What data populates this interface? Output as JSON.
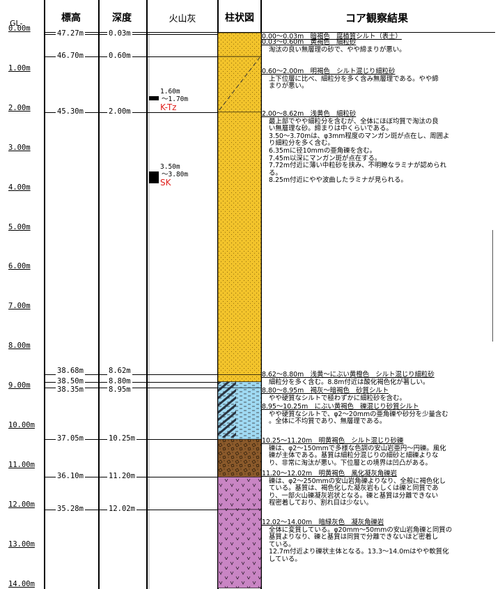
{
  "header": {
    "gl": "GL-",
    "elevation": "標高",
    "depth": "深度",
    "ash": "火山灰",
    "column": "柱状図",
    "observation": "コア観察結果"
  },
  "gl_scale": [
    "0.00m",
    "1.00m",
    "2.00m",
    "3.00m",
    "4.00m",
    "5.00m",
    "6.00m",
    "7.00m",
    "8.00m",
    "9.00m",
    "10.00m",
    "11.00m",
    "12.00m",
    "13.00m",
    "14.00m"
  ],
  "boundaries": [
    {
      "depth": 0.03,
      "elevation": "47.27m",
      "depth_label": "0.03m"
    },
    {
      "depth": 0.6,
      "elevation": "46.70m",
      "depth_label": "0.60m"
    },
    {
      "depth": 2.0,
      "elevation": "45.30m",
      "depth_label": "2.00m"
    },
    {
      "depth": 8.62,
      "elevation": "38.68m",
      "depth_label": "8.62m"
    },
    {
      "depth": 8.8,
      "elevation": "38.50m",
      "depth_label": "8.80m"
    },
    {
      "depth": 8.95,
      "elevation": "38.35m",
      "depth_label": "8.95m"
    },
    {
      "depth": 10.25,
      "elevation": "37.05m",
      "depth_label": "10.25m"
    },
    {
      "depth": 11.2,
      "elevation": "36.10m",
      "depth_label": "11.20m"
    },
    {
      "depth": 12.02,
      "elevation": "35.28m",
      "depth_label": "12.02m"
    }
  ],
  "tephra": [
    {
      "top": 1.6,
      "bottom": 1.7,
      "top_label": "1.60m",
      "bottom_label": "～1.70m",
      "name": "K-Tz"
    },
    {
      "top": 3.5,
      "bottom": 3.8,
      "top_label": "3.50m",
      "bottom_label": "～3.80m",
      "name": "SK"
    }
  ],
  "layers": [
    {
      "top": 0.0,
      "bottom": 0.6,
      "pattern": "sand",
      "color": "#f2c32b"
    },
    {
      "top": 0.6,
      "bottom": 2.0,
      "pattern": "sand",
      "color": "#f2c32b"
    },
    {
      "top": 2.0,
      "bottom": 8.62,
      "pattern": "sand",
      "color": "#f2c32b"
    },
    {
      "top": 8.62,
      "bottom": 8.8,
      "pattern": "sand",
      "color": "#f2c32b"
    },
    {
      "top": 8.8,
      "bottom": 8.95,
      "pattern": "silt",
      "color": "#9fd9f2"
    },
    {
      "top": 8.95,
      "bottom": 10.25,
      "pattern": "silt",
      "color": "#9fd9f2"
    },
    {
      "top": 10.25,
      "bottom": 11.2,
      "pattern": "gravel",
      "color": "#8b5a2b"
    },
    {
      "top": 11.2,
      "bottom": 12.02,
      "pattern": "tuff",
      "color": "#c985c4"
    },
    {
      "top": 12.02,
      "bottom": 14.0,
      "pattern": "tuff",
      "color": "#c985c4"
    }
  ],
  "descriptions": [
    {
      "top": 0.0,
      "lines": [
        "0.00～0.03m　暗褐色　腐植質シルト（表土）"
      ],
      "head": 1
    },
    {
      "top": 0.03,
      "lines": [
        "0.03～0.60m　黄褐色　細粒砂",
        "淘汰の良い無層理の砂で、やや締まりが悪い。"
      ],
      "head": 1
    },
    {
      "top": 0.6,
      "lines": [
        "0.60～2.00m　明褐色　シルト混じり細粒砂",
        "上下位層に比べ、細粒分を多く含み無層理である。やや締",
        "まりが悪い。"
      ],
      "head": 1
    },
    {
      "top": 2.0,
      "lines": [
        "2.00～8.62m　浅黄色　細粒砂",
        "最上部でやや細粒分を含むが、全体にほぼ均質で淘汰の良",
        "い無層理な砂。締まりは中くらいである。",
        "3.50～3.70mは、φ3mm程度のマンガン斑が点在し、周囲よ",
        "り細粒分を多く含む。",
        "6.35mに径10mmの亜角礫を含む。",
        "7.45m以深にマンガン斑が点在する。",
        "7.72m付近に薄い中粒砂を挟み、不明瞭なラミナが認められ",
        "る。",
        "8.25m付近にやや波曲したラミナが見られる。"
      ],
      "head": 1
    },
    {
      "top": 8.62,
      "lines": [
        "8.62～8.80m　浅黄～にぶい黄橙色　シルト混じり細粒砂",
        "細粒分を多く含む。8.8m付近は酸化褐色化が著しい。"
      ],
      "head": 1
    },
    {
      "top": 8.8,
      "lines": [
        "8.80～8.95m　褐灰～暗褐色　砂質シルト",
        "やや硬質なシルトで極わずかに細粒砂を含む。"
      ],
      "head": 1
    },
    {
      "top": 8.95,
      "lines": [
        "8.95～10.25m　にぶい黄褐色　礫混じり砂質シルト",
        "やや硬質なシルトで、φ2～20mmの亜角礫や砂分を少量含む",
        "。全体に不均質であり、無層理である。"
      ],
      "head": 1
    },
    {
      "top": 10.25,
      "lines": [
        "10.25～11.20m　明黄褐色　シルト混じり砂礫",
        "礫は、φ2～150mmで多様な色調の安山岩亜円～円礫。風化",
        "礫が主体である。基質は細粒分混じりの細砂と細礫よりな",
        "り、非常に淘汰が悪い。下位層との境界は凹凸がある。"
      ],
      "head": 1
    },
    {
      "top": 11.2,
      "lines": [
        "11.20～12.02m　明黄褐色　風化凝灰角礫岩",
        "礫は、φ2～250mmの安山岩角礫よりなり、全般に褐色化し",
        "ている。基質は、褐色化した凝灰岩もしくは礫と同質であ",
        "り、一部火山礫凝灰岩状となる。礫と基質は分離できない",
        "程密着しており、割れ目は少ない。"
      ],
      "head": 1
    },
    {
      "top": 12.02,
      "lines": [
        "12.02～14.00m　暗緑灰色　凝灰角礫岩",
        "全体に変質している。φ20mm～50mmの安山岩角礫と同質の",
        "基質よりなり、礫と基質は同質で分離できないほど密着し",
        "ている。",
        "12.7m付近より礫状主体となる。13.3～14.0mはやや軟質化",
        "している。"
      ],
      "head": 1
    }
  ]
}
